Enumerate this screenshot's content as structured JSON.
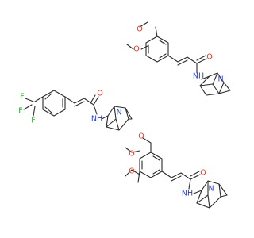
{
  "atom_colors": {
    "O": "#e03c28",
    "N": "#2a3fd0",
    "F": "#2faa2f",
    "bond": "#2b2b2b",
    "background": "#ffffff"
  },
  "molecules": [
    {
      "id": "dimethoxy",
      "labels": {
        "o1": "O",
        "o2": "O",
        "o3": "O",
        "nh": "NH",
        "n": "N"
      }
    },
    {
      "id": "trifluoromethyl",
      "labels": {
        "f1": "F",
        "f2": "F",
        "f3": "F",
        "o3": "O",
        "nh": "NH",
        "n": "N"
      }
    },
    {
      "id": "trimethoxy",
      "labels": {
        "o1": "O",
        "o2": "O",
        "o3": "O",
        "o4": "O",
        "nh": "NH",
        "n": "N"
      }
    }
  ]
}
